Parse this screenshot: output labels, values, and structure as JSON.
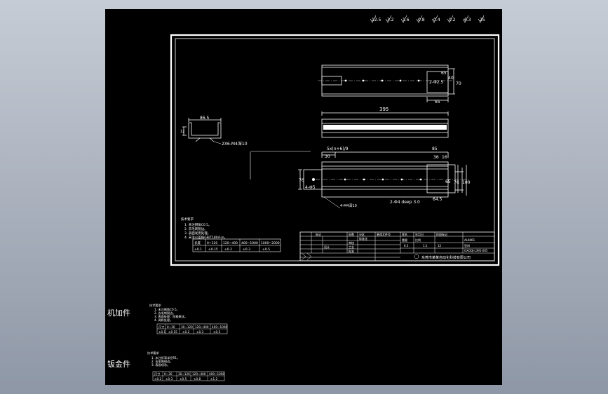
{
  "roughness": {
    "symbols": [
      "12.5",
      "3.2",
      "1.6",
      "0.8",
      "0.4",
      "0.2",
      "6.3",
      "25"
    ]
  },
  "top_view": {
    "dims": [
      "65",
      "40",
      "2-Φ2.5",
      "65",
      "70"
    ]
  },
  "side_view": {
    "dims": [
      "395"
    ]
  },
  "section_view": {
    "dims": [
      "86.5",
      "2X6-M4深10",
      "12"
    ]
  },
  "front_view": {
    "dims": [
      "5x(n+6)/9",
      "85",
      "30",
      "36",
      "16",
      "76",
      "4-Φ5",
      "65",
      "76",
      "100",
      "4-M4深10",
      "2-Φ4 deep 3.0",
      "64.5"
    ]
  },
  "notes": {
    "title": "技术要求",
    "lines": [
      "1. 未注倒角C0.5。",
      "2. 去毛刺锐边。",
      "3. 表面发黑处理。",
      "4. 未注公差按GB/T1804-m。"
    ]
  },
  "spec_table": {
    "headers": [
      "长度",
      "0~120",
      "120~400",
      "400~1000",
      "1000~2000"
    ],
    "values": [
      "±0.1",
      "±0.15",
      "±0.2",
      "±0.3",
      "±0.5"
    ]
  },
  "title_block": {
    "cells": [
      "标记",
      "处数",
      "分区",
      "更改文件号",
      "签名",
      "年月日",
      "设计",
      "标准化",
      "阶段标记",
      "重量",
      "比例",
      "审核",
      "工艺",
      "批准"
    ],
    "values": [
      "1:1",
      "6.3",
      "12",
      "AL6061",
      "GXGDJ-L395-005",
      "型材"
    ],
    "company": "东莞市某某自动化科技有限公司"
  },
  "machined": {
    "label": "机加件",
    "notes_title": "技术要求",
    "lines": [
      "1. 未注倒角C0.5。",
      "2. 去毛刺锐边。",
      "3. 表面处理：阳极氧化。",
      "4. 调质处理。"
    ],
    "headers": [
      "尺寸",
      "0~30",
      "30~120",
      "120~400",
      "400~1000"
    ],
    "values": [
      "±0.1",
      "±0.15",
      "±0.2",
      "±0.3",
      "±0.5"
    ]
  },
  "sheetmetal": {
    "label": "钣金件",
    "notes_title": "技术要求",
    "lines": [
      "1. 未注折弯半径R1。",
      "2. 去毛刺锐边。",
      "3. 表面喷涂。"
    ],
    "headers": [
      "尺寸",
      "0~30",
      "30~120",
      "120~400",
      "400~1000"
    ],
    "values": [
      "±0.2",
      "±0.3",
      "±0.5",
      "±0.8",
      "±1.2"
    ]
  }
}
